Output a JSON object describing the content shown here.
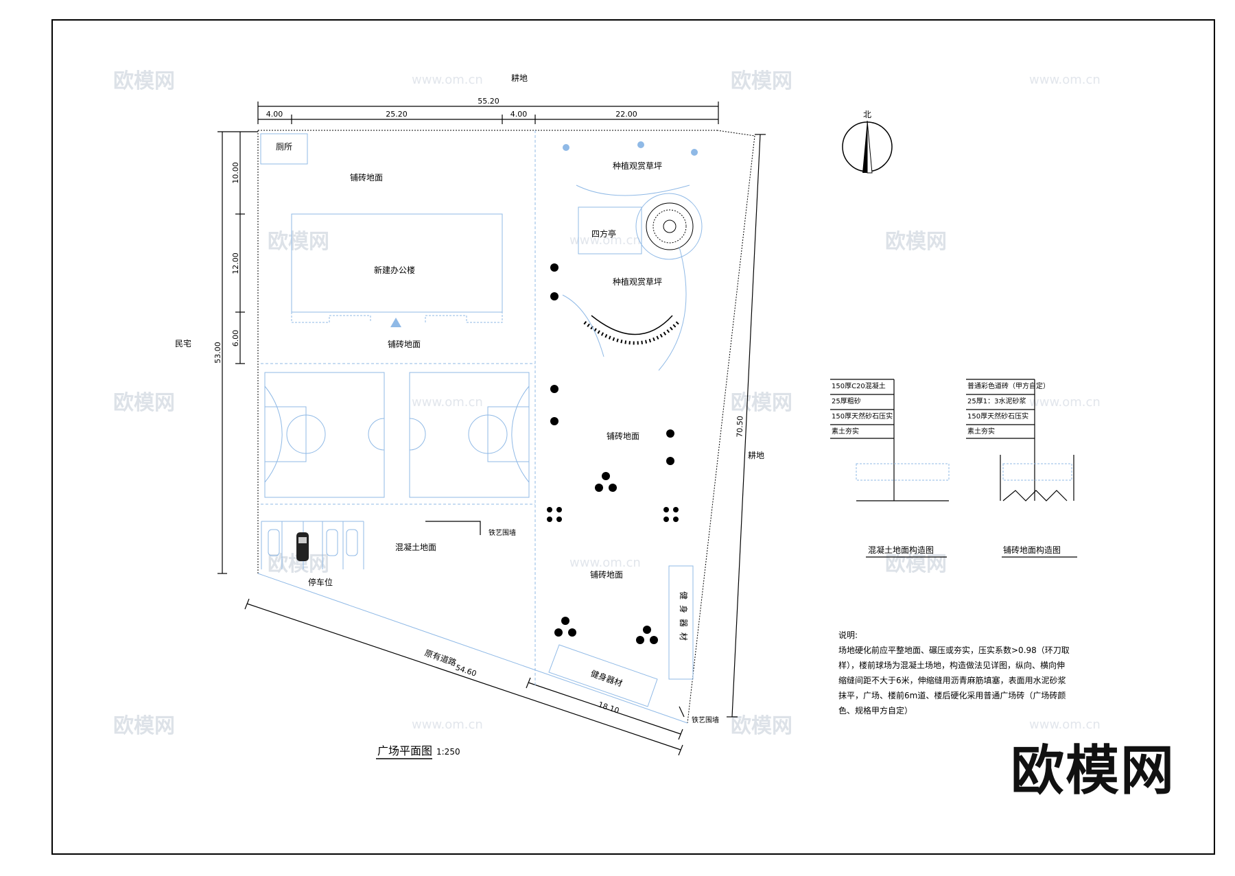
{
  "labels": {
    "farmland_top": "耕地",
    "farmland_right": "耕地",
    "residence": "民宅",
    "toilet": "厕所",
    "paving_1": "铺砖地面",
    "paving_2": "铺砖地面",
    "paving_3": "铺砖地面",
    "paving_4": "铺砖地面",
    "office": "新建办公楼",
    "lawn_1": "种植观赏草坪",
    "lawn_2": "种植观赏草坪",
    "pavilion": "四方亭",
    "concrete": "混凝土地面",
    "parking": "停车位",
    "fence_1": "铁艺围墙",
    "fence_2": "铁艺围墙",
    "fitness_1": "健身器材",
    "fitness_2": "健身器材",
    "road": "原有道路"
  },
  "dimensions": {
    "top_total": "55.20",
    "top_seg_1": "4.00",
    "top_seg_2": "25.20",
    "top_seg_3": "4.00",
    "top_seg_4": "22.00",
    "left_seg_1": "10.00",
    "left_seg_2": "12.00",
    "left_seg_3": "6.00",
    "left_total": "53.00",
    "right_total": "70.50",
    "bottom_total": "54.60",
    "bottom_seg": "18.10"
  },
  "north_label": "北",
  "plan_title": "广场平面图",
  "plan_scale": "1:250",
  "section_concrete": {
    "title": "混凝土地面构造图",
    "layers": [
      "150厚C20混凝土",
      "25厚粗砂",
      "150厚天然砂石压实",
      "素土夯实"
    ]
  },
  "section_paving": {
    "title": "铺砖地面构造图",
    "layers": [
      "普通彩色道砖（甲方自定）",
      "25厚1：3水泥砂浆",
      "150厚天然砂石压实",
      "素土夯实"
    ]
  },
  "notes": {
    "heading": "说明:",
    "lines": [
      "场地硬化前应平整地面、碾压或夯实，压实系数>0.98（环刀取",
      "样），楼前球场为混凝土场地，构造做法见详图，纵向、横向伸",
      "缩缝间距不大于6米，伸缩缝用沥青麻筋填塞，表面用水泥砂浆",
      "抹平，广场、楼前6m道、楼后硬化采用普通广场砖（广场砖颜",
      "色、规格甲方自定）"
    ]
  },
  "brand": "欧模网",
  "watermark": "欧模网",
  "watermark_url": "www.om.cn"
}
